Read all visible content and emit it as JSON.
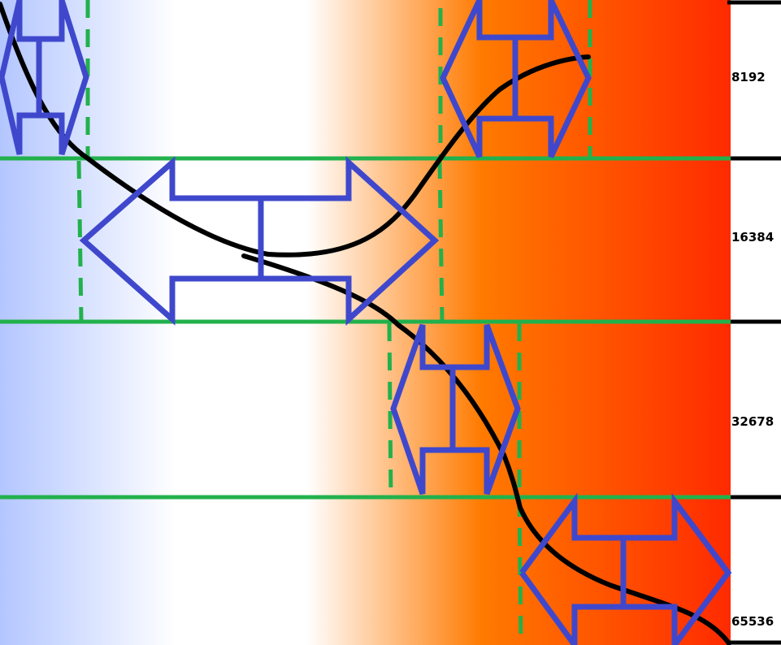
{
  "colors": {
    "cold": "#b3c6ff",
    "neutral": "#ffffff",
    "warm": "#ff7a00",
    "hot": "#ff2a00",
    "grid_line": "#22b14c",
    "arrow": "#3f48cc",
    "curve": "#000000"
  },
  "bands": [
    {
      "label": "8192"
    },
    {
      "label": "16384"
    },
    {
      "label": "32678"
    },
    {
      "label": "65536"
    }
  ],
  "icons": [
    "double-headed-arrow-icon"
  ]
}
